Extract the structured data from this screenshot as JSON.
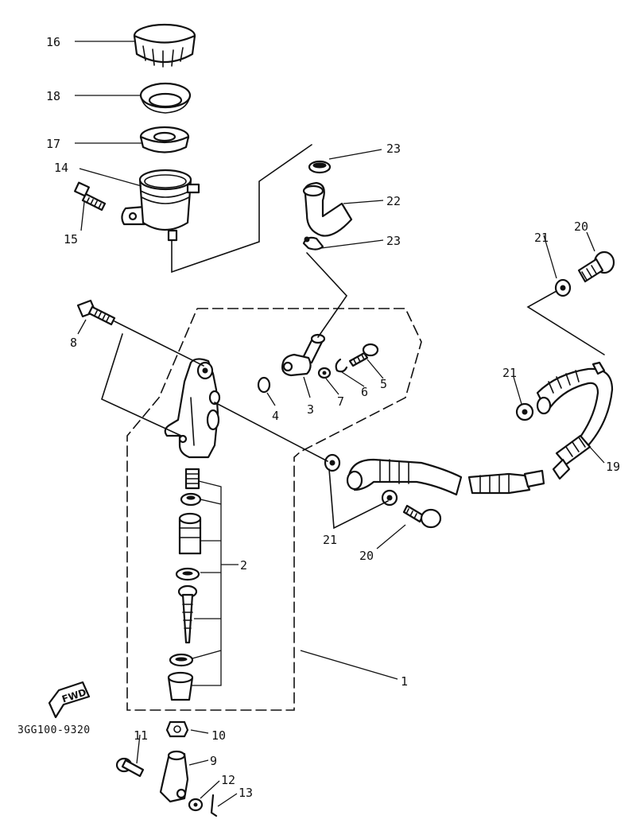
{
  "diagram_code": "3GG100-9320",
  "fwd_label": "FWD",
  "callouts": {
    "c1": "1",
    "c2": "2",
    "c3": "3",
    "c4": "4",
    "c5": "5",
    "c6": "6",
    "c7": "7",
    "c8": "8",
    "c9": "9",
    "c10": "10",
    "c11": "11",
    "c12": "12",
    "c13": "13",
    "c14": "14",
    "c15": "15",
    "c16": "16",
    "c17": "17",
    "c18": "18",
    "c19": "19",
    "c20a": "20",
    "c20b": "20",
    "c21a": "21",
    "c21b": "21",
    "c21c": "21",
    "c22": "22",
    "c23a": "23",
    "c23b": "23"
  },
  "colors": {
    "ink": "#111111",
    "paper": "#ffffff"
  }
}
